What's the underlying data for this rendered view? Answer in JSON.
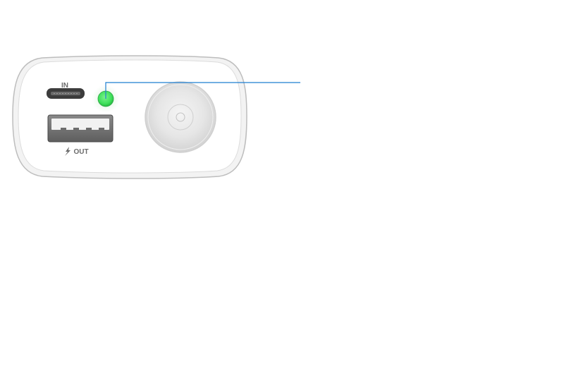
{
  "device": {
    "in_label": "IN",
    "out_label": "OUT",
    "out_icon": "lightning-bolt-icon",
    "led_state": "on",
    "led_color": "#3ee05a",
    "body_color": "#ffffff",
    "outline_color": "#c9c9c9",
    "callout_color": "#1f7fd1"
  }
}
